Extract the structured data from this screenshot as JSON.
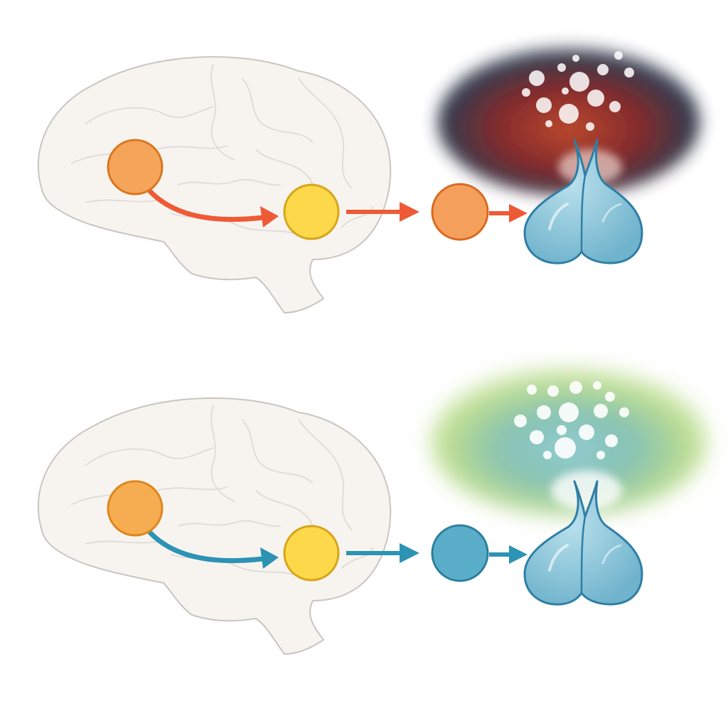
{
  "diagram": {
    "background": "#ffffff",
    "panels": [
      {
        "id": "top-pathway",
        "state": "stress",
        "arrow_color": "#ef5a36",
        "nodes": [
          {
            "name": "brain-region-node",
            "fill": "#f4a55a",
            "stroke": "#d9771f"
          },
          {
            "name": "relay-node",
            "fill": "#fcd84a",
            "stroke": "#d6a51a"
          },
          {
            "name": "output-node",
            "fill": "#f4a05c",
            "stroke": "#d9691f"
          }
        ],
        "gland": {
          "icon": "gland-icon",
          "fill": "#86c3d8",
          "stroke": "#2f7ea6"
        },
        "cloud": {
          "colors": [
            "#8b1c1c",
            "#c2471f",
            "#1f2b3f"
          ],
          "bubbles_color": "#ffffff"
        }
      },
      {
        "id": "bottom-pathway",
        "state": "calm",
        "arrow_color": "#2b93b3",
        "nodes": [
          {
            "name": "brain-region-node",
            "fill": "#f6ad52",
            "stroke": "#de861d"
          },
          {
            "name": "relay-node",
            "fill": "#fcd84a",
            "stroke": "#d6a51a"
          },
          {
            "name": "output-node",
            "fill": "#5aaec9",
            "stroke": "#2d7f9d"
          }
        ],
        "gland": {
          "icon": "gland-icon",
          "fill": "#86c3d8",
          "stroke": "#2f7ea6"
        },
        "cloud": {
          "colors": [
            "#5fae9a",
            "#a8d36a",
            "#6fbcc5"
          ],
          "bubbles_color": "#ffffff"
        }
      }
    ],
    "brain_icon": {
      "name": "brain-icon",
      "fill": "#f7f4f0",
      "stroke": "#c9c6c2"
    }
  }
}
